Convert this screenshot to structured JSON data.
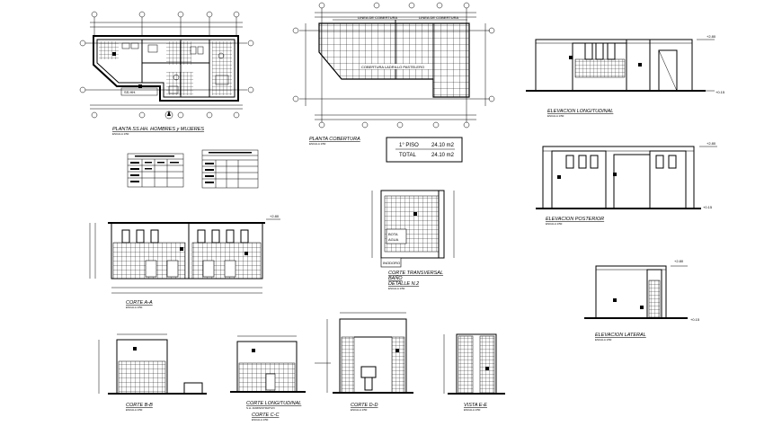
{
  "drawings": {
    "plan_floor": {
      "title": "PLANTA SS.HH. HOMBRES y MUJERES",
      "scale": "ESCALA 1/50"
    },
    "plan_roof": {
      "title": "PLANTA COBERTURA",
      "scale": "ESCALA 1/50",
      "labels": [
        "LINEA DE COBERTURA",
        "LINEA DE COBERTURA",
        "COBERTURA LADRILLO PASTELERO"
      ]
    },
    "area_table": {
      "row1_label": "1° PISO",
      "row1_value": "24.10 m2",
      "row2_label": "TOTAL",
      "row2_value": "24.10 m2"
    },
    "elev_longitudinal": {
      "title": "ELEVACION LONGITUDINAL",
      "scale": "ESCALA 1/50"
    },
    "elev_posterior": {
      "title": "ELEVACION POSTERIOR",
      "scale": "ESCALA 1/50"
    },
    "elev_lateral": {
      "title": "ELEVACION LATERAL",
      "scale": "ESCALA 1/50"
    },
    "corte_aa": {
      "title": "CORTE A-A",
      "scale": "ESCALA 1/50"
    },
    "corte_transversal": {
      "title": "CORTE TRANSVERSAL",
      "subtitle1": "BAÑO",
      "subtitle2": "DETALLE N.2",
      "scale": "ESCALA 1/50",
      "labels": [
        "BOTA",
        "AGUA",
        "INODORO"
      ]
    },
    "corte_bb": {
      "title": "CORTE B-B",
      "scale": "ESCALA 1/50"
    },
    "corte_longitudinal": {
      "title": "CORTE LONGITUDINAL",
      "subtitle": "S.H. ADMINISTRATIVO",
      "title2": "CORTE C-C",
      "scale": "ESCALA 1/50"
    },
    "corte_dd": {
      "title": "CORTE D-D",
      "scale": "ESCALA 1/50"
    },
    "vista_ee": {
      "title": "VISTA E-E",
      "scale": "ESCALA 1/50"
    }
  },
  "level_marks": [
    "+2.80",
    "+2.80",
    "+2.80",
    "+2.80",
    "+0.15",
    "+0.15",
    "+0.15"
  ]
}
